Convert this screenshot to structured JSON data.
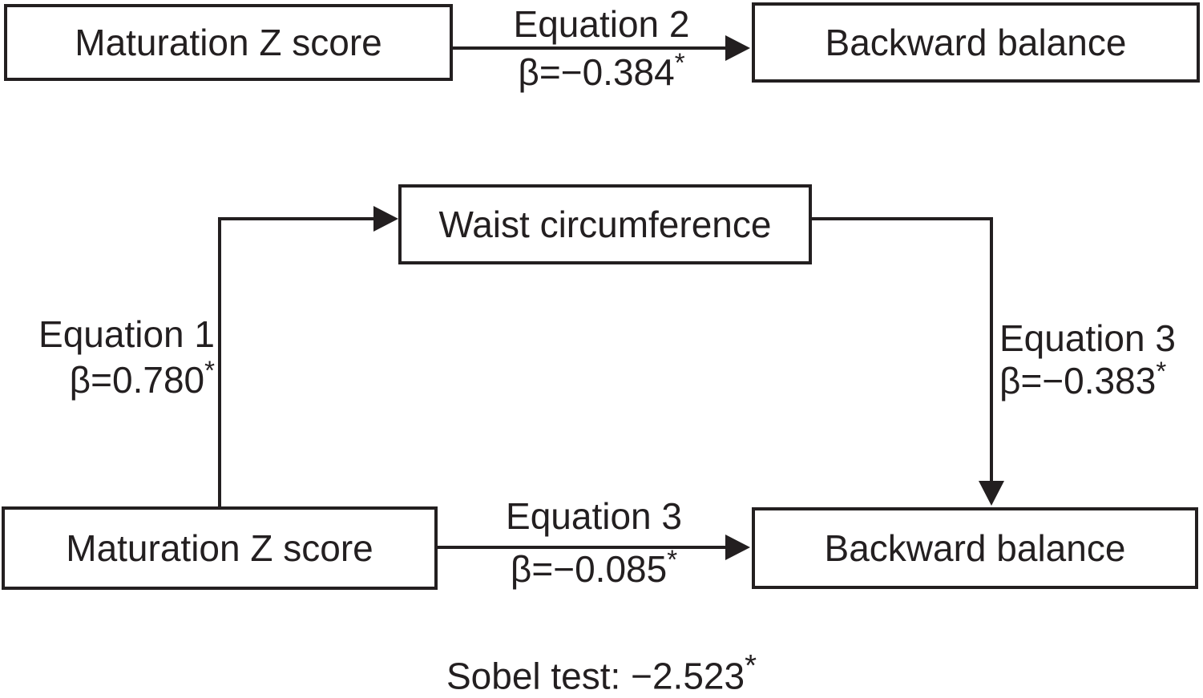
{
  "figure": {
    "type": "mediation-path-diagram",
    "colors": {
      "ink": "#231f20",
      "background": "#ffffff"
    },
    "total_effect_model": {
      "predictor": "Maturation Z score",
      "outcome": "Backward balance",
      "path": {
        "equation": "Equation 2",
        "beta": "β=−0.384",
        "sig": "*"
      }
    },
    "mediation_model": {
      "predictor": "Maturation Z score",
      "mediator": "Waist circumference",
      "outcome": "Backward balance",
      "path_a": {
        "equation": "Equation 1",
        "beta": "β=0.780",
        "sig": "*"
      },
      "path_b": {
        "equation": "Equation 3",
        "beta": "β=−0.383",
        "sig": "*"
      },
      "path_c": {
        "equation": "Equation 3",
        "beta": "β=−0.085",
        "sig": "*"
      }
    },
    "sobel": {
      "text": "Sobel test: −2.523",
      "sig": "*"
    }
  }
}
